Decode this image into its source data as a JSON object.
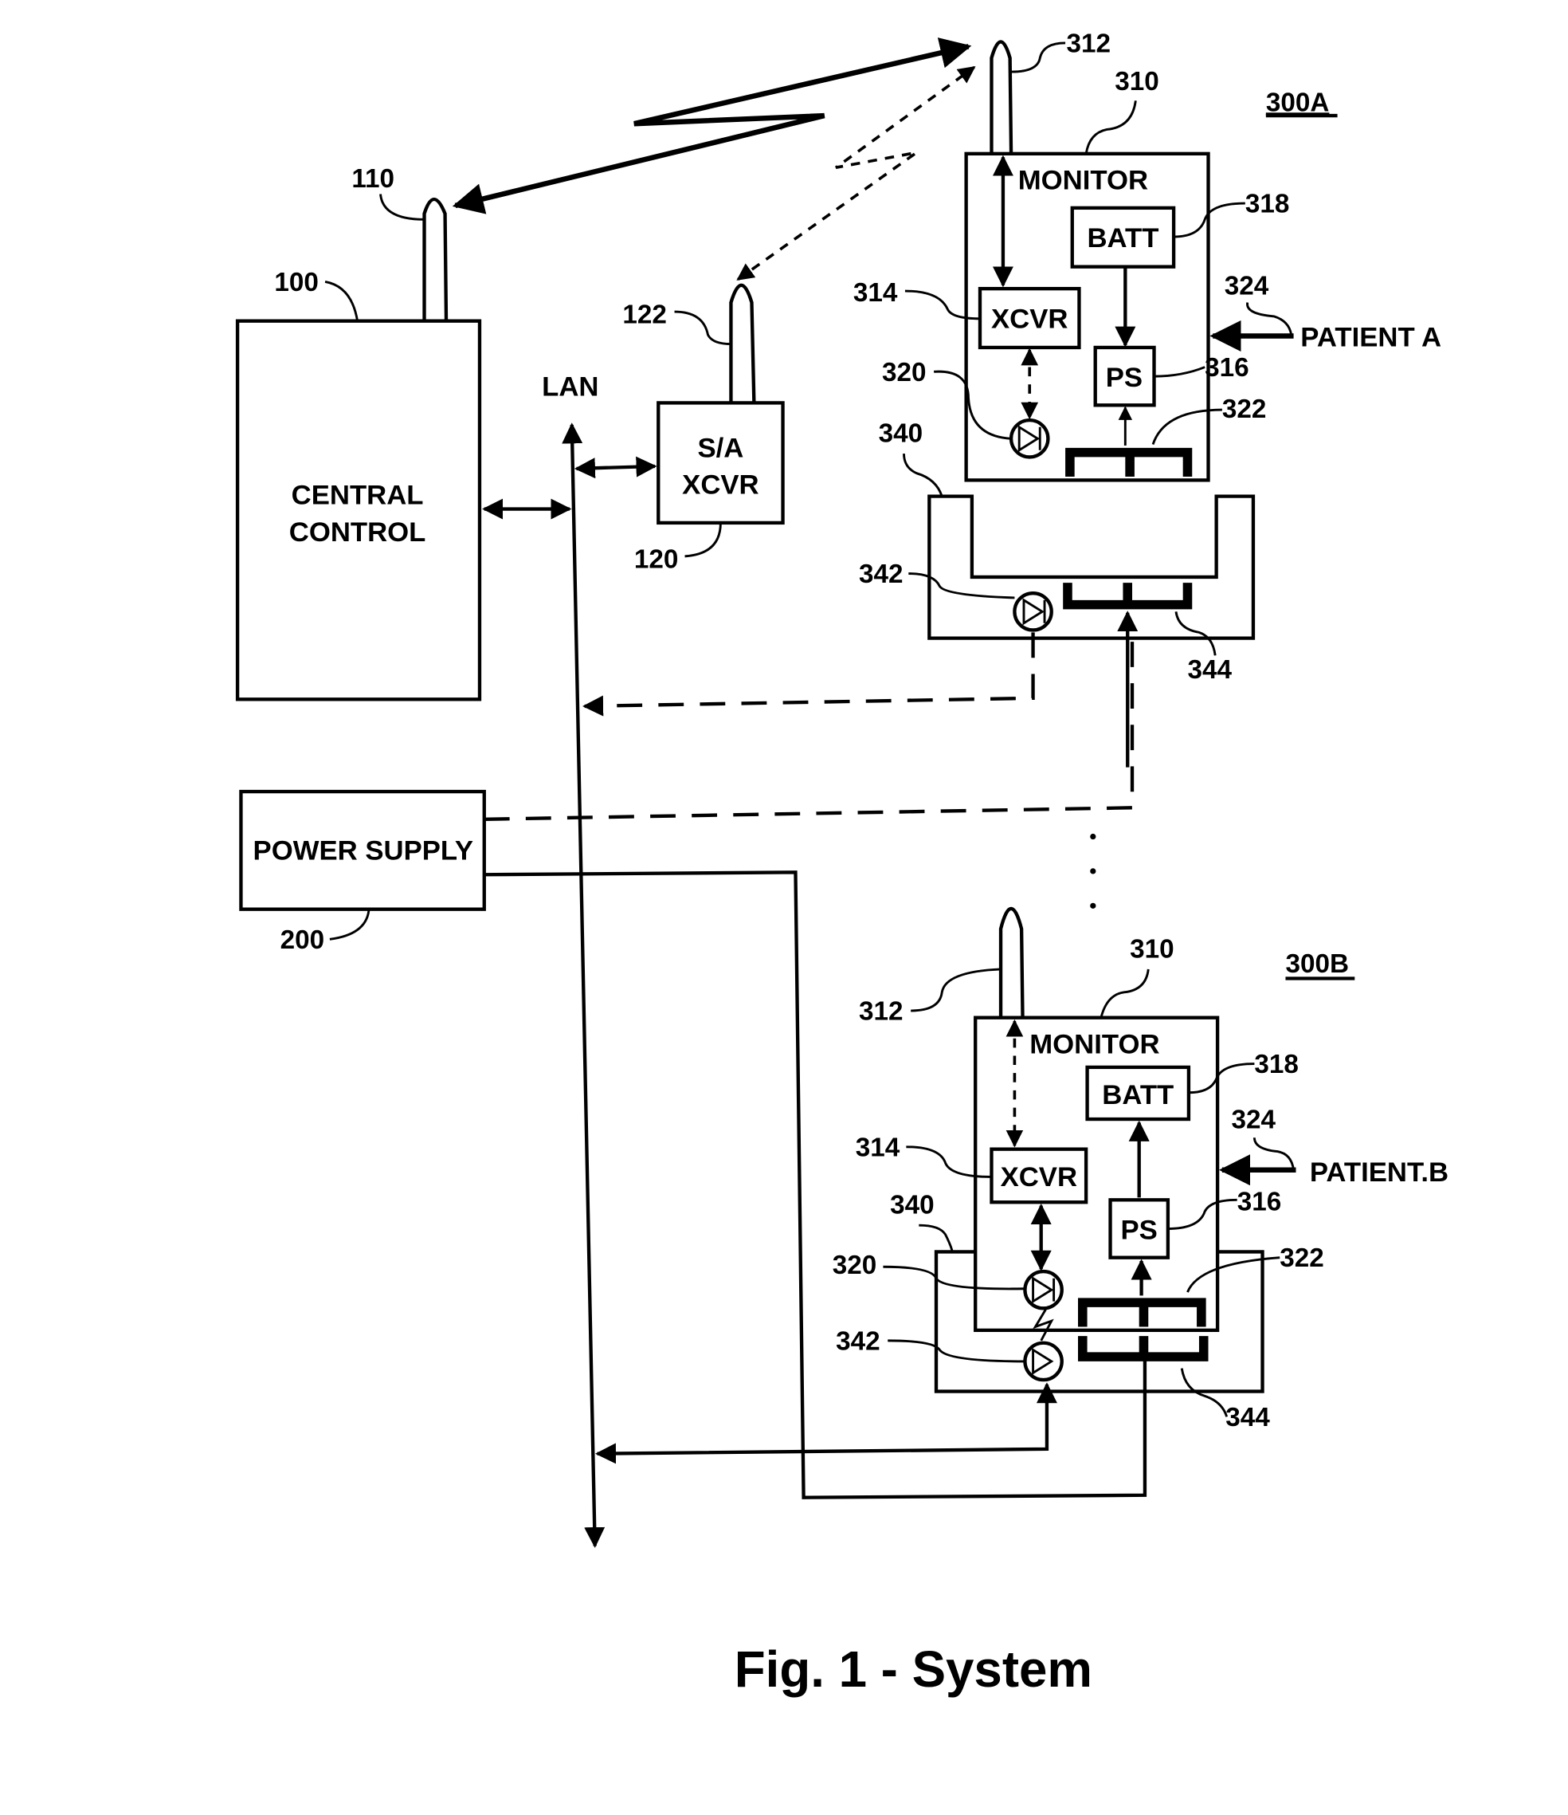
{
  "figure": {
    "caption": "Fig. 1 - System",
    "central_control": {
      "label_line1": "CENTRAL",
      "label_line2": "CONTROL",
      "ref": "100",
      "antenna_ref": "110"
    },
    "lan": {
      "label": "LAN"
    },
    "sa_xcvr": {
      "label_line1": "S/A",
      "label_line2": "XCVR",
      "ref": "120",
      "antenna_ref": "122"
    },
    "power_supply": {
      "label": "POWER SUPPLY",
      "ref": "200"
    },
    "monitor_a": {
      "group_ref": "300A",
      "monitor_label": "MONITOR",
      "monitor_ref": "310",
      "antenna_ref": "312",
      "xcvr_label": "XCVR",
      "xcvr_ref": "314",
      "batt_label": "BATT",
      "batt_ref": "318",
      "ps_label": "PS",
      "ps_ref": "316",
      "optical_ref": "320",
      "connector_ref": "322",
      "patient_ref": "324",
      "patient_label": "PATIENT A",
      "dock_ref": "340",
      "dock_optical_ref": "342",
      "dock_connector_ref": "344"
    },
    "monitor_b": {
      "group_ref": "300B",
      "monitor_label": "MONITOR",
      "monitor_ref": "310",
      "antenna_ref": "312",
      "xcvr_label": "XCVR",
      "xcvr_ref": "314",
      "batt_label": "BATT",
      "batt_ref": "318",
      "ps_label": "PS",
      "ps_ref": "316",
      "optical_ref": "320",
      "connector_ref": "322",
      "patient_ref": "324",
      "patient_label": "PATIENT.B",
      "dock_ref": "340",
      "dock_optical_ref": "342",
      "dock_connector_ref": "344"
    }
  }
}
